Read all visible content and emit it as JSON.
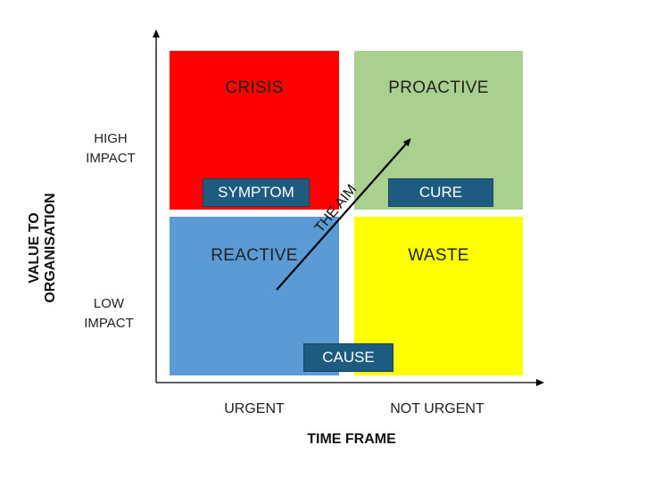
{
  "quadrants": {
    "crisis": {
      "label": "CRISIS",
      "color": "#ff0000"
    },
    "proactive": {
      "label": "PROACTIVE",
      "color": "#a9d08e"
    },
    "reactive": {
      "label": "REACTIVE",
      "color": "#5b9bd5"
    },
    "waste": {
      "label": "WASTE",
      "color": "#ffff00"
    }
  },
  "tags": {
    "symptom": "SYMPTOM",
    "cure": "CURE",
    "cause": "CAUSE",
    "color": "#1d5c80"
  },
  "arrow": {
    "label": "THE AIM"
  },
  "y_axis": {
    "title": "VALUE TO ORGANISATION",
    "high": [
      "HIGH",
      "IMPACT"
    ],
    "low": [
      "LOW",
      "IMPACT"
    ]
  },
  "x_axis": {
    "title": "TIME FRAME",
    "left": "URGENT",
    "right": "NOT URGENT"
  }
}
